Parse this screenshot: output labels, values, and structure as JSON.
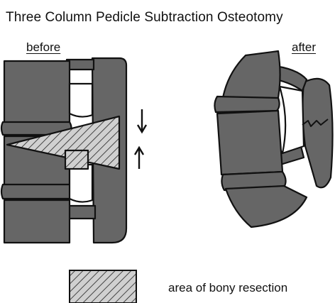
{
  "title": "Three Column Pedicle Subtraction Osteotomy",
  "panels": {
    "before_label": "before",
    "after_label": "after"
  },
  "legend": {
    "label": "area of bony resection"
  },
  "colors": {
    "bone_fill": "#666666",
    "outline": "#111111",
    "hatch_fill": "#d0d0d0",
    "background": "#ffffff"
  },
  "icons": {
    "down_arrow": "arrow-down-icon",
    "up_arrow": "arrow-up-icon"
  }
}
